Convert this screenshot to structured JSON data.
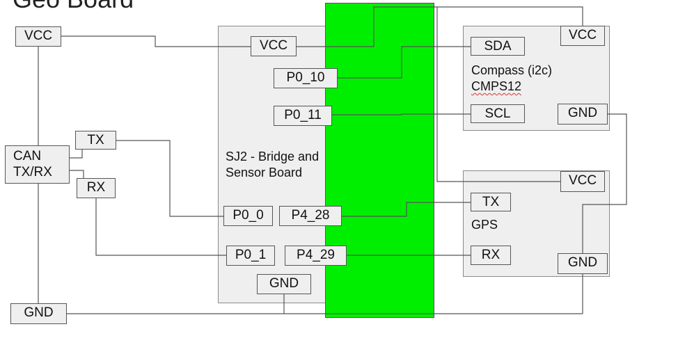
{
  "title": "Geo Board",
  "left_pins": {
    "vcc": "VCC",
    "gnd": "GND",
    "tx": "TX",
    "rx": "RX",
    "can_line1": "CAN",
    "can_line2": "TX/RX"
  },
  "sj2": {
    "label_line1": "SJ2 - Bridge and",
    "label_line2": "Sensor Board",
    "pins": {
      "vcc": "VCC",
      "p0_10": "P0_10",
      "p0_11": "P0_11",
      "p0_0": "P0_0",
      "p4_28": "P4_28",
      "p0_1": "P0_1",
      "p4_29": "P4_29",
      "gnd": "GND"
    }
  },
  "compass": {
    "label_line1": "Compass (i2c)",
    "label_line2": "CMPS12",
    "pins": {
      "sda": "SDA",
      "scl": "SCL",
      "vcc": "VCC",
      "gnd": "GND"
    }
  },
  "gps": {
    "label": "GPS",
    "pins": {
      "tx": "TX",
      "rx": "RX",
      "vcc": "VCC",
      "gnd": "GND"
    }
  },
  "colors": {
    "board_fill": "#efefef",
    "green_block": "#00ef00",
    "wire": "#555555"
  }
}
